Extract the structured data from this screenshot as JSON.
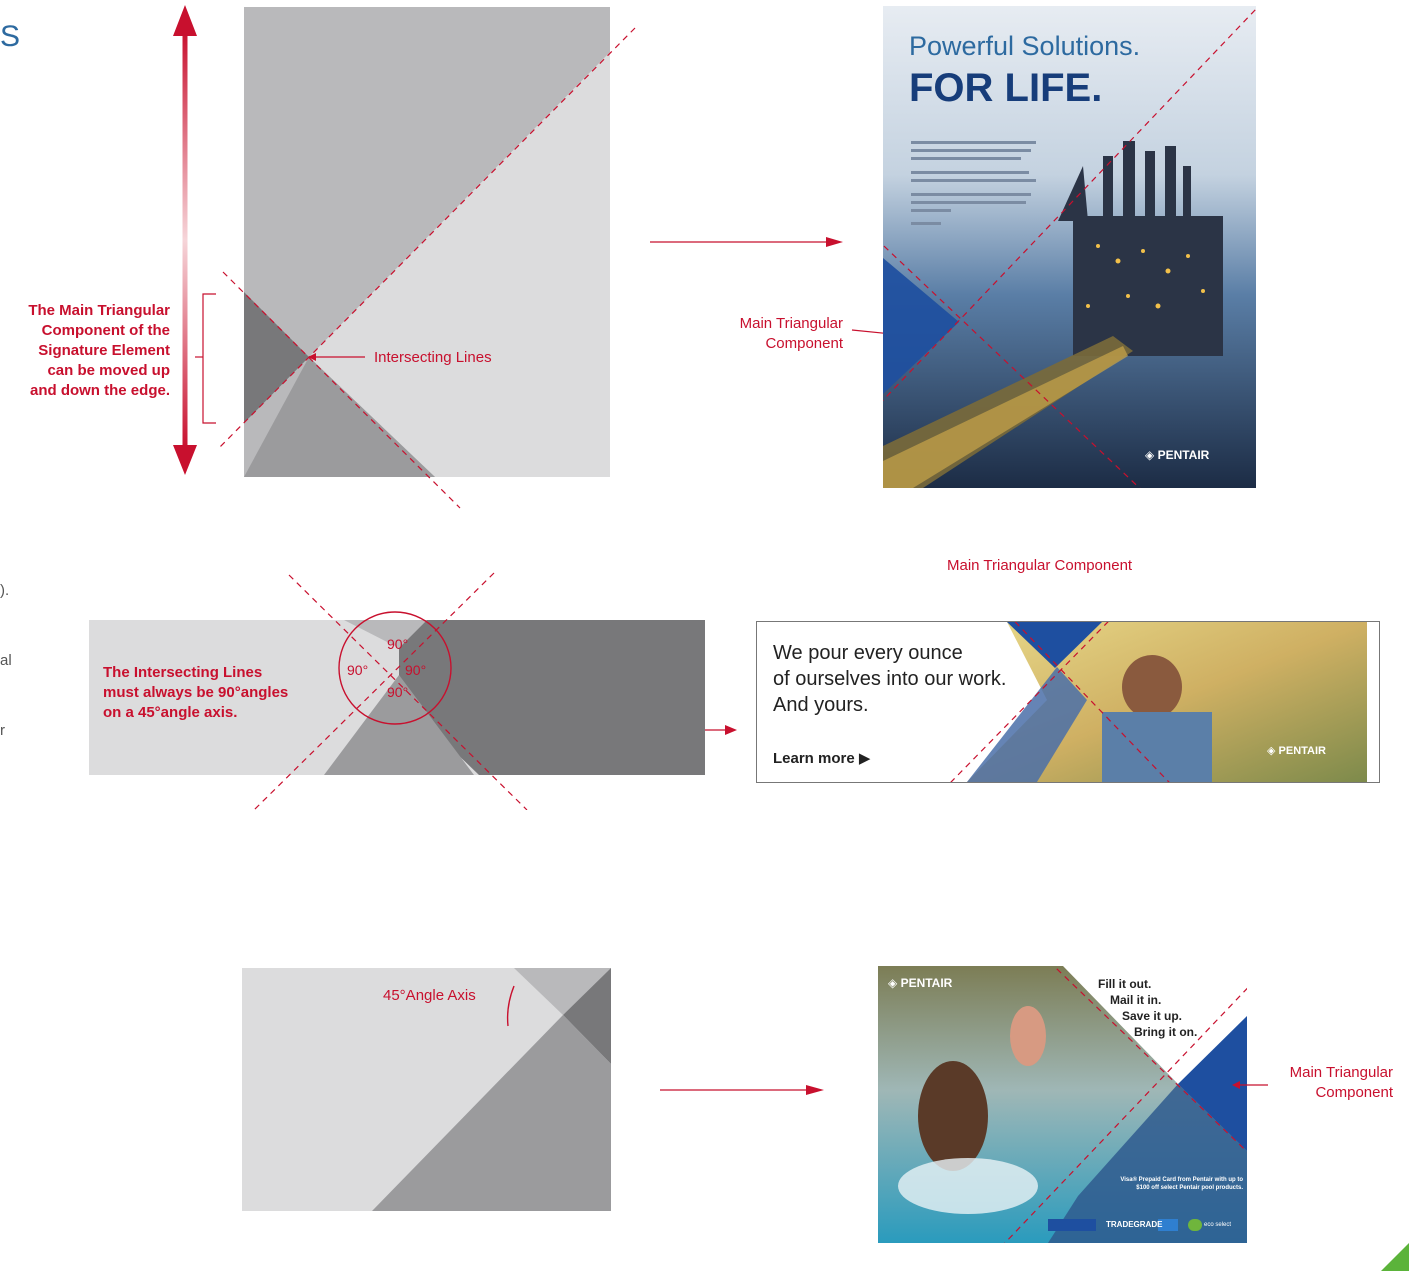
{
  "colors": {
    "accent": "#c8102e",
    "gray_light": "#dcdcdd",
    "gray_mid": "#b9b9bb",
    "gray_dark": "#78787a",
    "gray_mid2": "#9b9b9d",
    "pentair_blue": "#1e4fa0"
  },
  "page_edge_fragments": [
    "S",
    ").",
    "al",
    "r"
  ],
  "section1": {
    "movable_label": [
      "The Main Triangular",
      "Component of the",
      "Signature Element",
      "can be moved up",
      "and down the edge."
    ],
    "intersect_label": "Intersecting Lines",
    "callout_label": [
      "Main Triangular",
      "Component"
    ],
    "ad": {
      "headline_1": "Powerful Solutions.",
      "headline_2": "FOR LIFE.",
      "logo": "PENTAIR"
    }
  },
  "section2": {
    "rule_label": [
      "The Intersecting Lines",
      "must always be 90°angles",
      "on a 45°angle axis."
    ],
    "angles": [
      "90°",
      "90°",
      "90°",
      "90°"
    ],
    "callout_label": "Main Triangular Component",
    "banner": {
      "headline": [
        "We pour every ounce",
        "of ourselves into our work.",
        "And yours."
      ],
      "cta": "Learn more",
      "logo": "PENTAIR"
    }
  },
  "section3": {
    "axis_label": "45°Angle Axis",
    "callout_label": [
      "Main Triangular",
      "Component"
    ],
    "ad": {
      "logo": "PENTAIR",
      "taglines": [
        "Fill it out.",
        "Mail it in.",
        "Save it up.",
        "Bring it on."
      ],
      "offer": [
        "Visa® Prepaid Card from Pentair with up to",
        "$100 off select Pentair pool products."
      ],
      "brand_strip": [
        "TRADEGRADE",
        "eco select"
      ]
    }
  }
}
